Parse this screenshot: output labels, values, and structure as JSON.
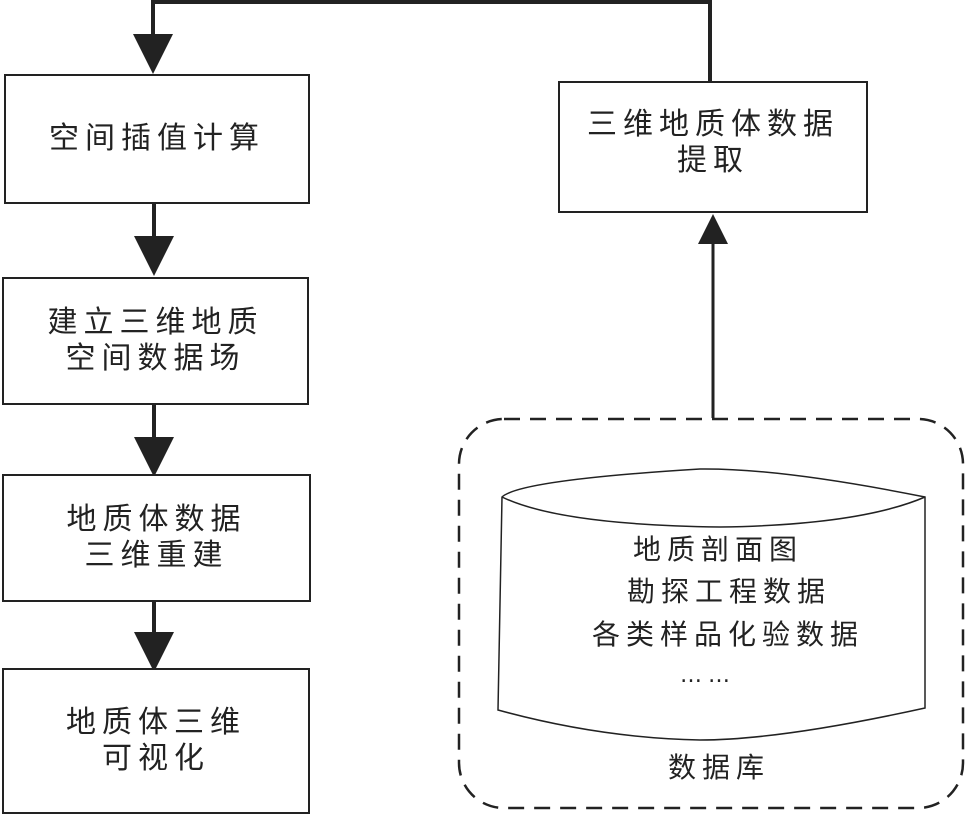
{
  "flow_left": [
    {
      "lines": [
        "空间插值计算"
      ]
    },
    {
      "lines": [
        "建立三维地质",
        "空间数据场"
      ]
    },
    {
      "lines": [
        "地质体数据",
        "三维重建"
      ]
    },
    {
      "lines": [
        "地质体三维",
        "可视化"
      ]
    }
  ],
  "extract_box": {
    "lines": [
      "三维地质体数据",
      "提取"
    ]
  },
  "database": {
    "items": [
      "地质剖面图",
      "勘探工程数据",
      "各类样品化验数据",
      "……"
    ],
    "label": "数据库"
  }
}
